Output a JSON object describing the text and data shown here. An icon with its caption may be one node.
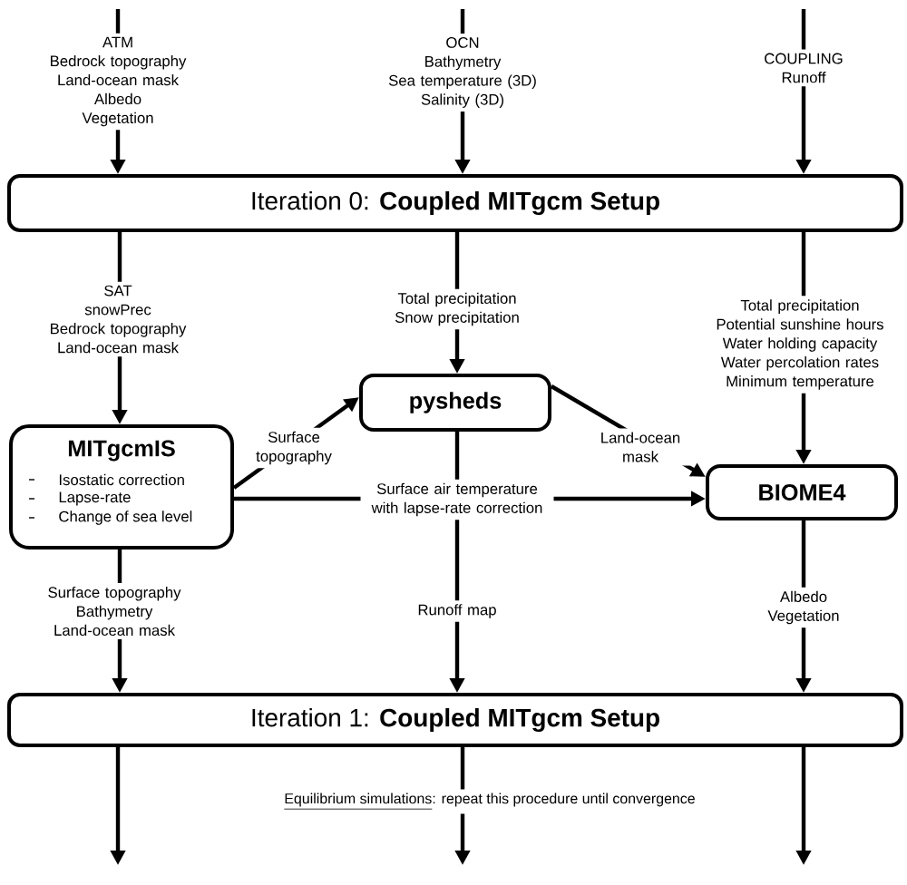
{
  "diagram": {
    "nodes": [
      {
        "text": [
          "Iteration 0: **Coupled MITgcm Setup**"
        ]
      },
      {
        "text": [
          "MITgcmIS",
          "Isostatic correction",
          "Lapse-rate",
          "Change of sea level"
        ]
      },
      {
        "text": [
          "pysheds"
        ]
      },
      {
        "text": [
          "BIOME4"
        ]
      },
      {
        "text": [
          "Iteration 1: **Coupled MITgcm Setup**"
        ]
      }
    ],
    "edges": [
      {
        "from": null,
        "to": 0,
        "arrow": "to",
        "label": "ATM Bedrock topography Land-ocean mask Albedo Vegetation"
      },
      {
        "from": null,
        "to": 0,
        "arrow": "to",
        "label": "OCN Bathymetry Sea temperature (3D) Salinity (3D)"
      },
      {
        "from": null,
        "to": 0,
        "arrow": "to",
        "label": "COUPLING Runoff"
      },
      {
        "from": 0,
        "to": 1,
        "arrow": "to",
        "label": "SAT snowPrec Bedrock topography Land-ocean mask"
      },
      {
        "from": 0,
        "to": 2,
        "arrow": "to",
        "label": "Total precipitation Snow precipitation"
      },
      {
        "from": 0,
        "to": 3,
        "arrow": "to",
        "label": "Total precipitation Potential sunshine hours Water holding capacity Water percolation rates Minimum temperature"
      },
      {
        "from": 1,
        "to": 2,
        "arrow": "to",
        "label": "Surface topography"
      },
      {
        "from": 1,
        "to": 3,
        "arrow": "to",
        "label": "Surface air temperature with lapse-rate correction"
      },
      {
        "from": 2,
        "to": 3,
        "arrow": "to",
        "label": "Land-ocean mask"
      },
      {
        "from": 2,
        "to": 4,
        "arrow": "to",
        "label": "Runoff map"
      },
      {
        "from": 1,
        "to": 4,
        "arrow": "to",
        "label": "Surface topography Bathymetry Land-ocean mask"
      },
      {
        "from": 3,
        "to": 4,
        "arrow": "to",
        "label": "Albedo Vegetation"
      },
      {
        "from": 4,
        "to": null,
        "arrow": "to"
      },
      {
        "from": 4,
        "to": null,
        "arrow": "to"
      },
      {
        "from": 4,
        "to": null,
        "arrow": "to"
      }
    ],
    "labels": [
      "Equilibrium simulations: repeat this procedure until convergence"
    ]
  }
}
